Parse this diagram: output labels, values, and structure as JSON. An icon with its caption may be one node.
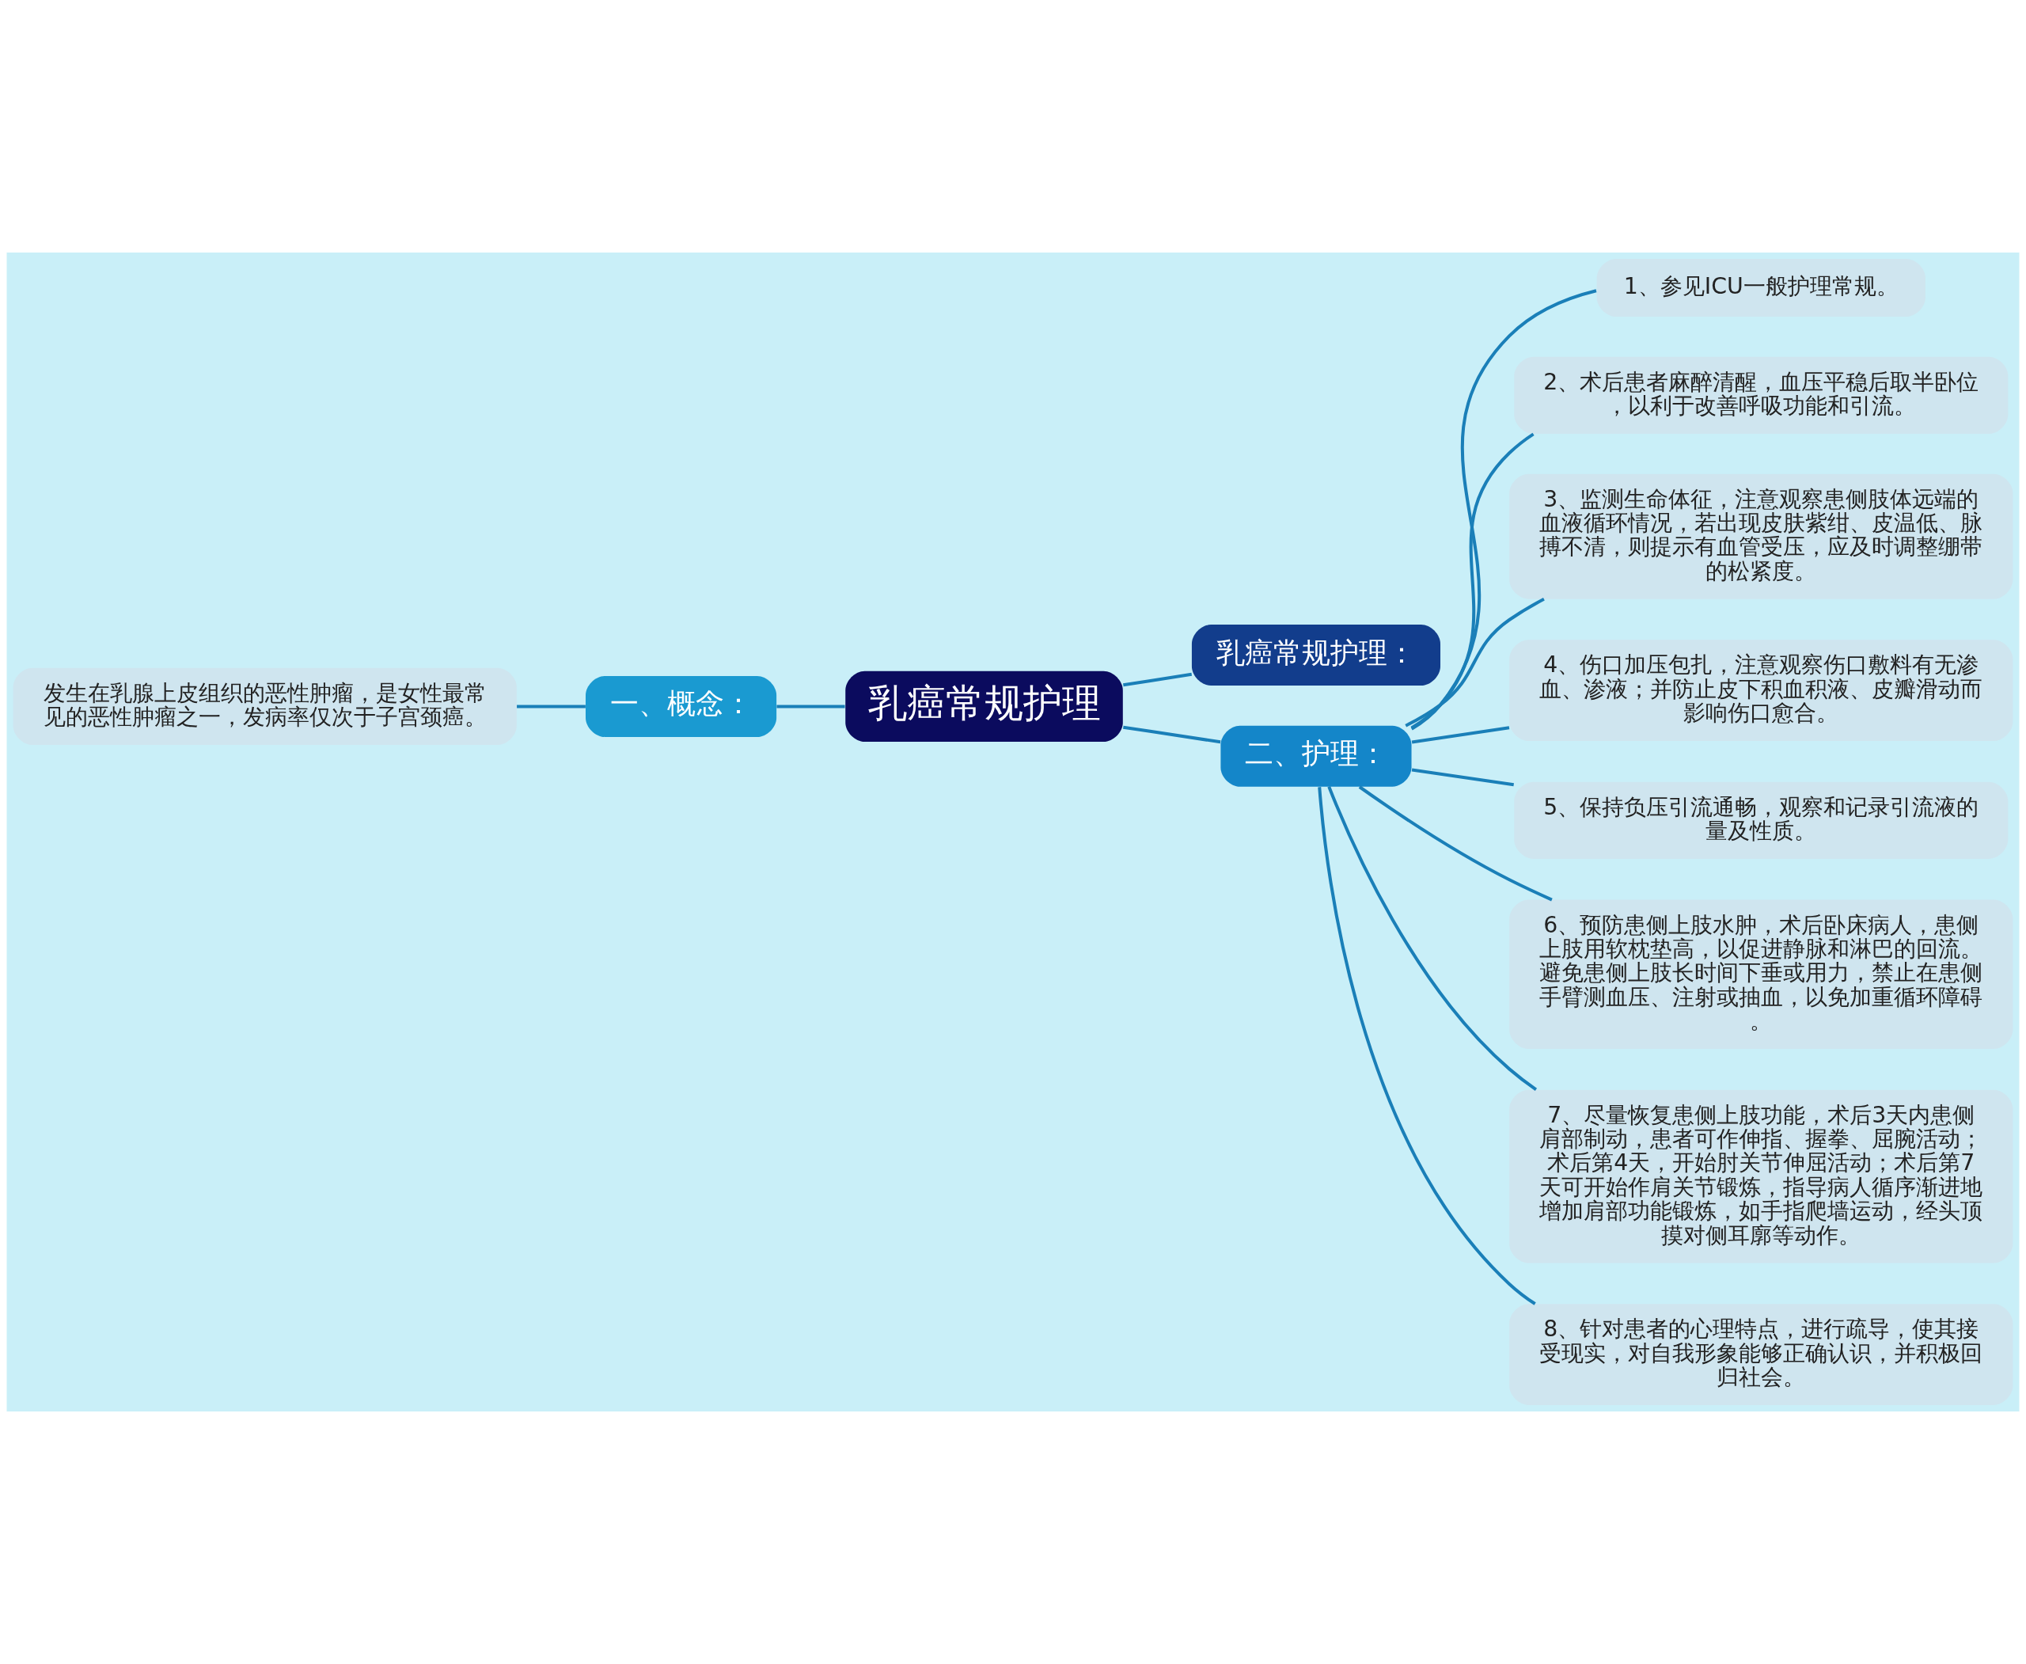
{
  "diagram": {
    "nodes": [
      {
        "text": [
          "乳癌常规护理"
        ]
      },
      {
        "text": [
          "一、概念："
        ]
      },
      {
        "text": [
          "发生在乳腺上皮组织的恶性肿瘤，是女性最常见的恶性肿瘤之一，发病率仅次于子宫颈癌。"
        ]
      },
      {
        "text": [
          "乳癌常规护理："
        ]
      },
      {
        "text": [
          "二、护理："
        ]
      },
      {
        "text": [
          "1、参见ICU一般护理常规。"
        ]
      },
      {
        "text": [
          "2、术后患者麻醉清醒，血压平稳后取半卧位，以利于改善呼吸功能和引流。"
        ]
      },
      {
        "text": [
          "3、监测生命体征，注意观察患侧肢体远端的血液循环情况，若出现皮肤紫绀、皮温低、脉搏不清，则提示有血管受压，应及时调整绷带的松紧度。"
        ]
      },
      {
        "text": [
          "4、伤口加压包扎，注意观察伤口敷料有无渗血、渗液；并防止皮下积血积液、皮瓣滑动而影响伤口愈合。"
        ]
      },
      {
        "text": [
          "5、保持负压引流通畅，观察和记录引流液的量及性质。"
        ]
      },
      {
        "text": [
          "6、预防患侧上肢水肿，术后卧床病人，患侧上肢用软枕垫高，以促进静脉和淋巴的回流。避免患侧上肢长时间下垂或用力，禁止在患侧手臂测血压、注射或抽血，以免加重循环障碍。"
        ]
      },
      {
        "text": [
          "7、尽量恢复患侧上肢功能，术后3天内患侧肩部制动，患者可作伸指、握拳、屈腕活动；术后第4天，开始肘关节伸屈活动；术后第7天可开始作肩关节锻炼，指导病人循序渐进地增加肩部功能锻炼，如手指爬墙运动，经头顶摸对侧耳廓等动作。"
        ]
      },
      {
        "text": [
          "8、针对患者的心理特点，进行疏导，使其接受现实，对自我形象能够正确认识，并积极回归社会。"
        ]
      }
    ],
    "edges": [
      {
        "from": 0,
        "to": 1,
        "arrow": "none"
      },
      {
        "from": 1,
        "to": 2,
        "arrow": "none"
      },
      {
        "from": 0,
        "to": 3,
        "arrow": "none"
      },
      {
        "from": 0,
        "to": 4,
        "arrow": "none"
      },
      {
        "from": 4,
        "to": 5,
        "arrow": "none"
      },
      {
        "from": 4,
        "to": 6,
        "arrow": "none"
      },
      {
        "from": 4,
        "to": 7,
        "arrow": "none"
      },
      {
        "from": 4,
        "to": 8,
        "arrow": "none"
      },
      {
        "from": 4,
        "to": 9,
        "arrow": "none"
      },
      {
        "from": 4,
        "to": 10,
        "arrow": "none"
      },
      {
        "from": 4,
        "to": 11,
        "arrow": "none"
      },
      {
        "from": 4,
        "to": 12,
        "arrow": "none"
      }
    ]
  }
}
